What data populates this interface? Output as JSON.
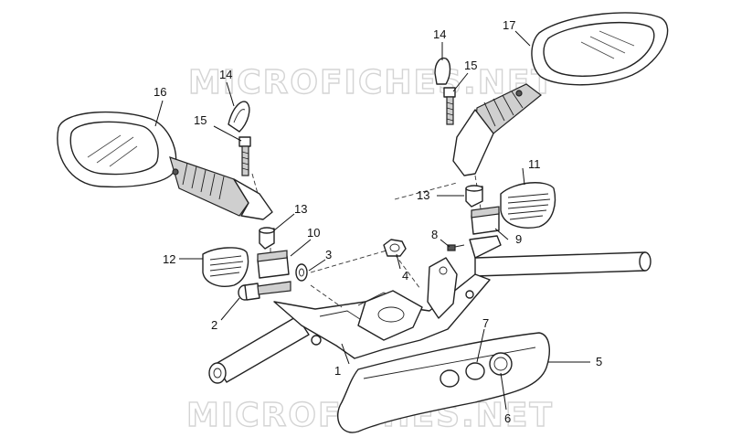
{
  "watermark": {
    "text": "MICROFICHES.NET"
  },
  "callouts": {
    "c1": "1",
    "c2": "2",
    "c3": "3",
    "c4": "4",
    "c5": "5",
    "c6": "6",
    "c7": "7",
    "c8": "8",
    "c9": "9",
    "c10": "10",
    "c11": "11",
    "c12": "12",
    "c13a": "13",
    "c13b": "13",
    "c14a": "14",
    "c14b": "14",
    "c15a": "15",
    "c15b": "15",
    "c16": "16",
    "c17": "17"
  }
}
